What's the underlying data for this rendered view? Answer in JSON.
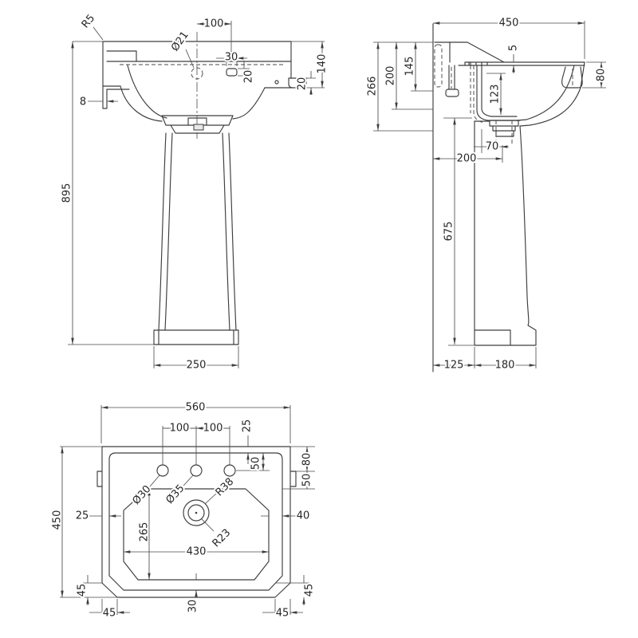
{
  "drawing": {
    "type": "pedestal-basin-technical-drawing",
    "colors": {
      "background": "#ffffff",
      "line": "#3d3d3d",
      "dimension": "#4a4a4a",
      "text": "#262626"
    },
    "views": {
      "front": {
        "labels": {
          "r5": "R5",
          "d100": "100",
          "dia21": "Ø21",
          "d30": "30",
          "d20_slot": "20",
          "d140": "140",
          "d20_foot": "20",
          "d8": "8",
          "d895": "895",
          "d250": "250"
        }
      },
      "side": {
        "labels": {
          "d450": "450",
          "d266": "266",
          "d200_upper": "200",
          "d145": "145",
          "d5": "5",
          "d123": "123",
          "d80": "80",
          "d70": "70",
          "d200_lower": "200",
          "d675": "675",
          "d125": "125",
          "d180": "180"
        }
      },
      "plan": {
        "labels": {
          "d560": "560",
          "d100_left": "100",
          "d100_right": "100",
          "d25_top": "25",
          "d50_hole": "50",
          "d80_right": "80",
          "d50_right": "50",
          "dia30": "Ø30",
          "dia35": "Ø35",
          "r38": "R38",
          "r23": "R23",
          "d25_left": "25",
          "d265": "265",
          "d430": "430",
          "d40_right": "40",
          "d450_left": "450",
          "d45_left_v": "45",
          "d45_left_h": "45",
          "d30_bottom": "30",
          "d45_right_v": "45",
          "d45_right_h": "45"
        }
      }
    }
  }
}
